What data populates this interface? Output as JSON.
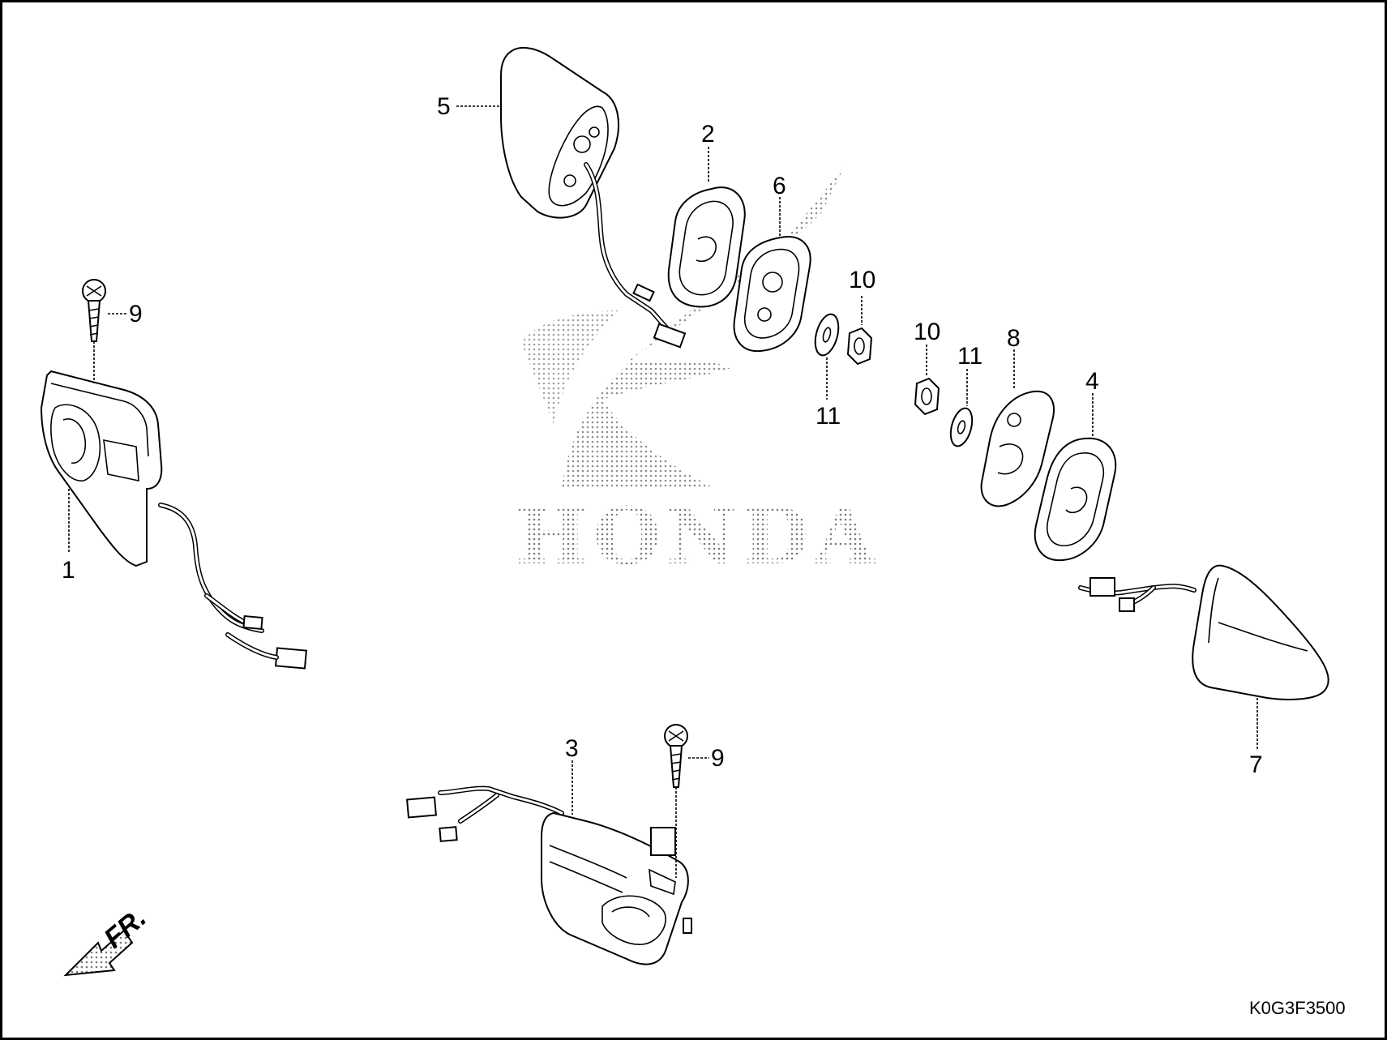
{
  "diagram": {
    "watermark_text": "HONDA",
    "diagram_code": "K0G3F3500",
    "front_direction_label": "FR.",
    "callouts": [
      {
        "id": "c1",
        "text": "1"
      },
      {
        "id": "c2",
        "text": "2"
      },
      {
        "id": "c3",
        "text": "3"
      },
      {
        "id": "c4",
        "text": "4"
      },
      {
        "id": "c5",
        "text": "5"
      },
      {
        "id": "c6",
        "text": "6"
      },
      {
        "id": "c7",
        "text": "7"
      },
      {
        "id": "c8",
        "text": "8"
      },
      {
        "id": "c9a",
        "text": "9"
      },
      {
        "id": "c9b",
        "text": "9"
      },
      {
        "id": "c10a",
        "text": "10"
      },
      {
        "id": "c10b",
        "text": "10"
      },
      {
        "id": "c11a",
        "text": "11"
      },
      {
        "id": "c11b",
        "text": "11"
      }
    ]
  }
}
